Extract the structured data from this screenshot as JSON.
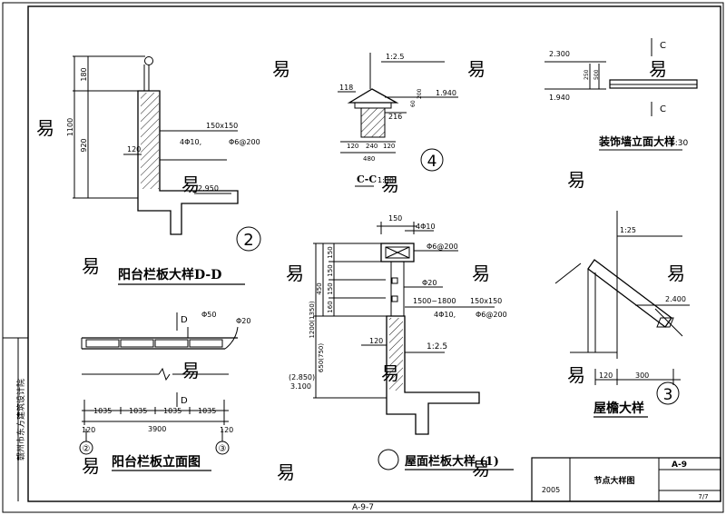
{
  "sheet": {
    "bottom_code": "A-9-7",
    "side_title": "赣州市东方建筑设计院",
    "title_block": {
      "year": "2005",
      "title": "节点大样图",
      "drawing_no": "A-9",
      "page": "7/7"
    }
  },
  "detail2": {
    "title": "阳台栏板大样D-D",
    "index": "2",
    "dims": {
      "total": "1100",
      "top": "180",
      "mid": "920",
      "left": "120"
    },
    "notes": {
      "section": "150x150",
      "bars": "4Φ10,",
      "stirrup": "Φ6@200",
      "elev": "2.950"
    }
  },
  "detail_cc": {
    "title": "C-C",
    "scale": "1:30",
    "index": "4",
    "dims": {
      "top_left": "118",
      "right1": "216",
      "small1": "60",
      "small2": "200",
      "b1": "120",
      "b2": "240",
      "b3": "120",
      "total": "480"
    },
    "notes": {
      "slope": "1:2.5",
      "elev": "1.940"
    }
  },
  "deco_wall": {
    "title": "装饰墙立面大样",
    "scale": "1:30",
    "cut": "C",
    "dims": {
      "a": "250",
      "b": "500"
    },
    "notes": {
      "elev_top": "2.300",
      "elev_bot": "1.940"
    }
  },
  "elevation": {
    "title": "阳台栏板立面图",
    "cut": "D",
    "dims": [
      "1035",
      "1035",
      "1035",
      "1035"
    ],
    "total": "3900",
    "ends": [
      "120",
      "120"
    ],
    "axes": [
      "②",
      "③"
    ],
    "notes": {
      "pipe": "Φ50",
      "bar": "Φ20"
    }
  },
  "roof_parapet": {
    "title": "屋面栏板大样 (1)",
    "dims_top": "150",
    "vert": [
      "150",
      "150",
      "150",
      "160"
    ],
    "group": "450",
    "total": "1200(1350)",
    "lower": "650(750)",
    "left": "120",
    "notes": {
      "bars1": "4Φ10",
      "stir1": "Φ6@200",
      "bar20": "Φ20",
      "spacing": "1500~1800",
      "section": "150x150",
      "bars2": "4Φ10,",
      "stir2": "Φ6@200",
      "slope": "1:2.5",
      "elev1": "(2.850)",
      "elev2": "3.100"
    }
  },
  "eaves": {
    "title": "屋檐大样",
    "index": "3",
    "dims": {
      "a": "120",
      "b": "300"
    },
    "notes": {
      "slope": "1:25",
      "elev": "2.400"
    }
  },
  "watermark": "易"
}
